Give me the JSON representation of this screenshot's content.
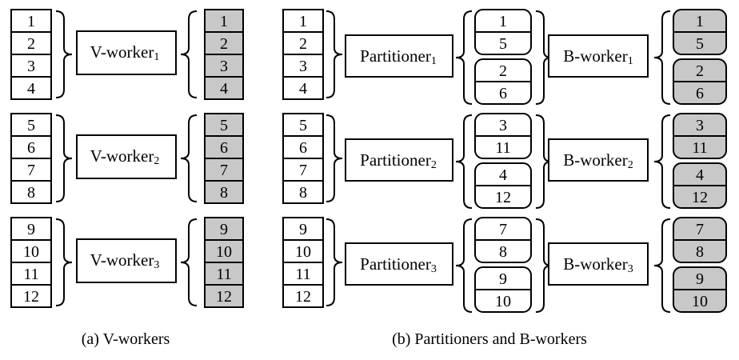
{
  "panel_a": {
    "caption": "(a) V-workers",
    "groups": [
      {
        "inputs": [
          "1",
          "2",
          "3",
          "4"
        ],
        "worker": {
          "name": "V-worker",
          "sub": "1"
        },
        "outputs": [
          "1",
          "2",
          "3",
          "4"
        ]
      },
      {
        "inputs": [
          "5",
          "6",
          "7",
          "8"
        ],
        "worker": {
          "name": "V-worker",
          "sub": "2"
        },
        "outputs": [
          "5",
          "6",
          "7",
          "8"
        ]
      },
      {
        "inputs": [
          "9",
          "10",
          "11",
          "12"
        ],
        "worker": {
          "name": "V-worker",
          "sub": "3"
        },
        "outputs": [
          "9",
          "10",
          "11",
          "12"
        ]
      }
    ]
  },
  "panel_b": {
    "caption": "(b) Partitioners and B-workers",
    "groups": [
      {
        "inputs": [
          "1",
          "2",
          "3",
          "4"
        ],
        "partitioner": {
          "name": "Partitioner",
          "sub": "1"
        },
        "buckets": [
          [
            "1",
            "5"
          ],
          [
            "2",
            "6"
          ]
        ],
        "worker": {
          "name": "B-worker",
          "sub": "1"
        },
        "outputs": [
          [
            "1",
            "5"
          ],
          [
            "2",
            "6"
          ]
        ]
      },
      {
        "inputs": [
          "5",
          "6",
          "7",
          "8"
        ],
        "partitioner": {
          "name": "Partitioner",
          "sub": "2"
        },
        "buckets": [
          [
            "3",
            "11"
          ],
          [
            "4",
            "12"
          ]
        ],
        "worker": {
          "name": "B-worker",
          "sub": "2"
        },
        "outputs": [
          [
            "3",
            "11"
          ],
          [
            "4",
            "12"
          ]
        ]
      },
      {
        "inputs": [
          "9",
          "10",
          "11",
          "12"
        ],
        "partitioner": {
          "name": "Partitioner",
          "sub": "3"
        },
        "buckets": [
          [
            "7",
            "8"
          ],
          [
            "9",
            "10"
          ]
        ],
        "worker": {
          "name": "B-worker",
          "sub": "3"
        },
        "outputs": [
          [
            "7",
            "8"
          ],
          [
            "9",
            "10"
          ]
        ]
      }
    ]
  },
  "colors": {
    "stroke": "#000000",
    "filled": "#c8c8c8",
    "plain": "#ffffff"
  }
}
